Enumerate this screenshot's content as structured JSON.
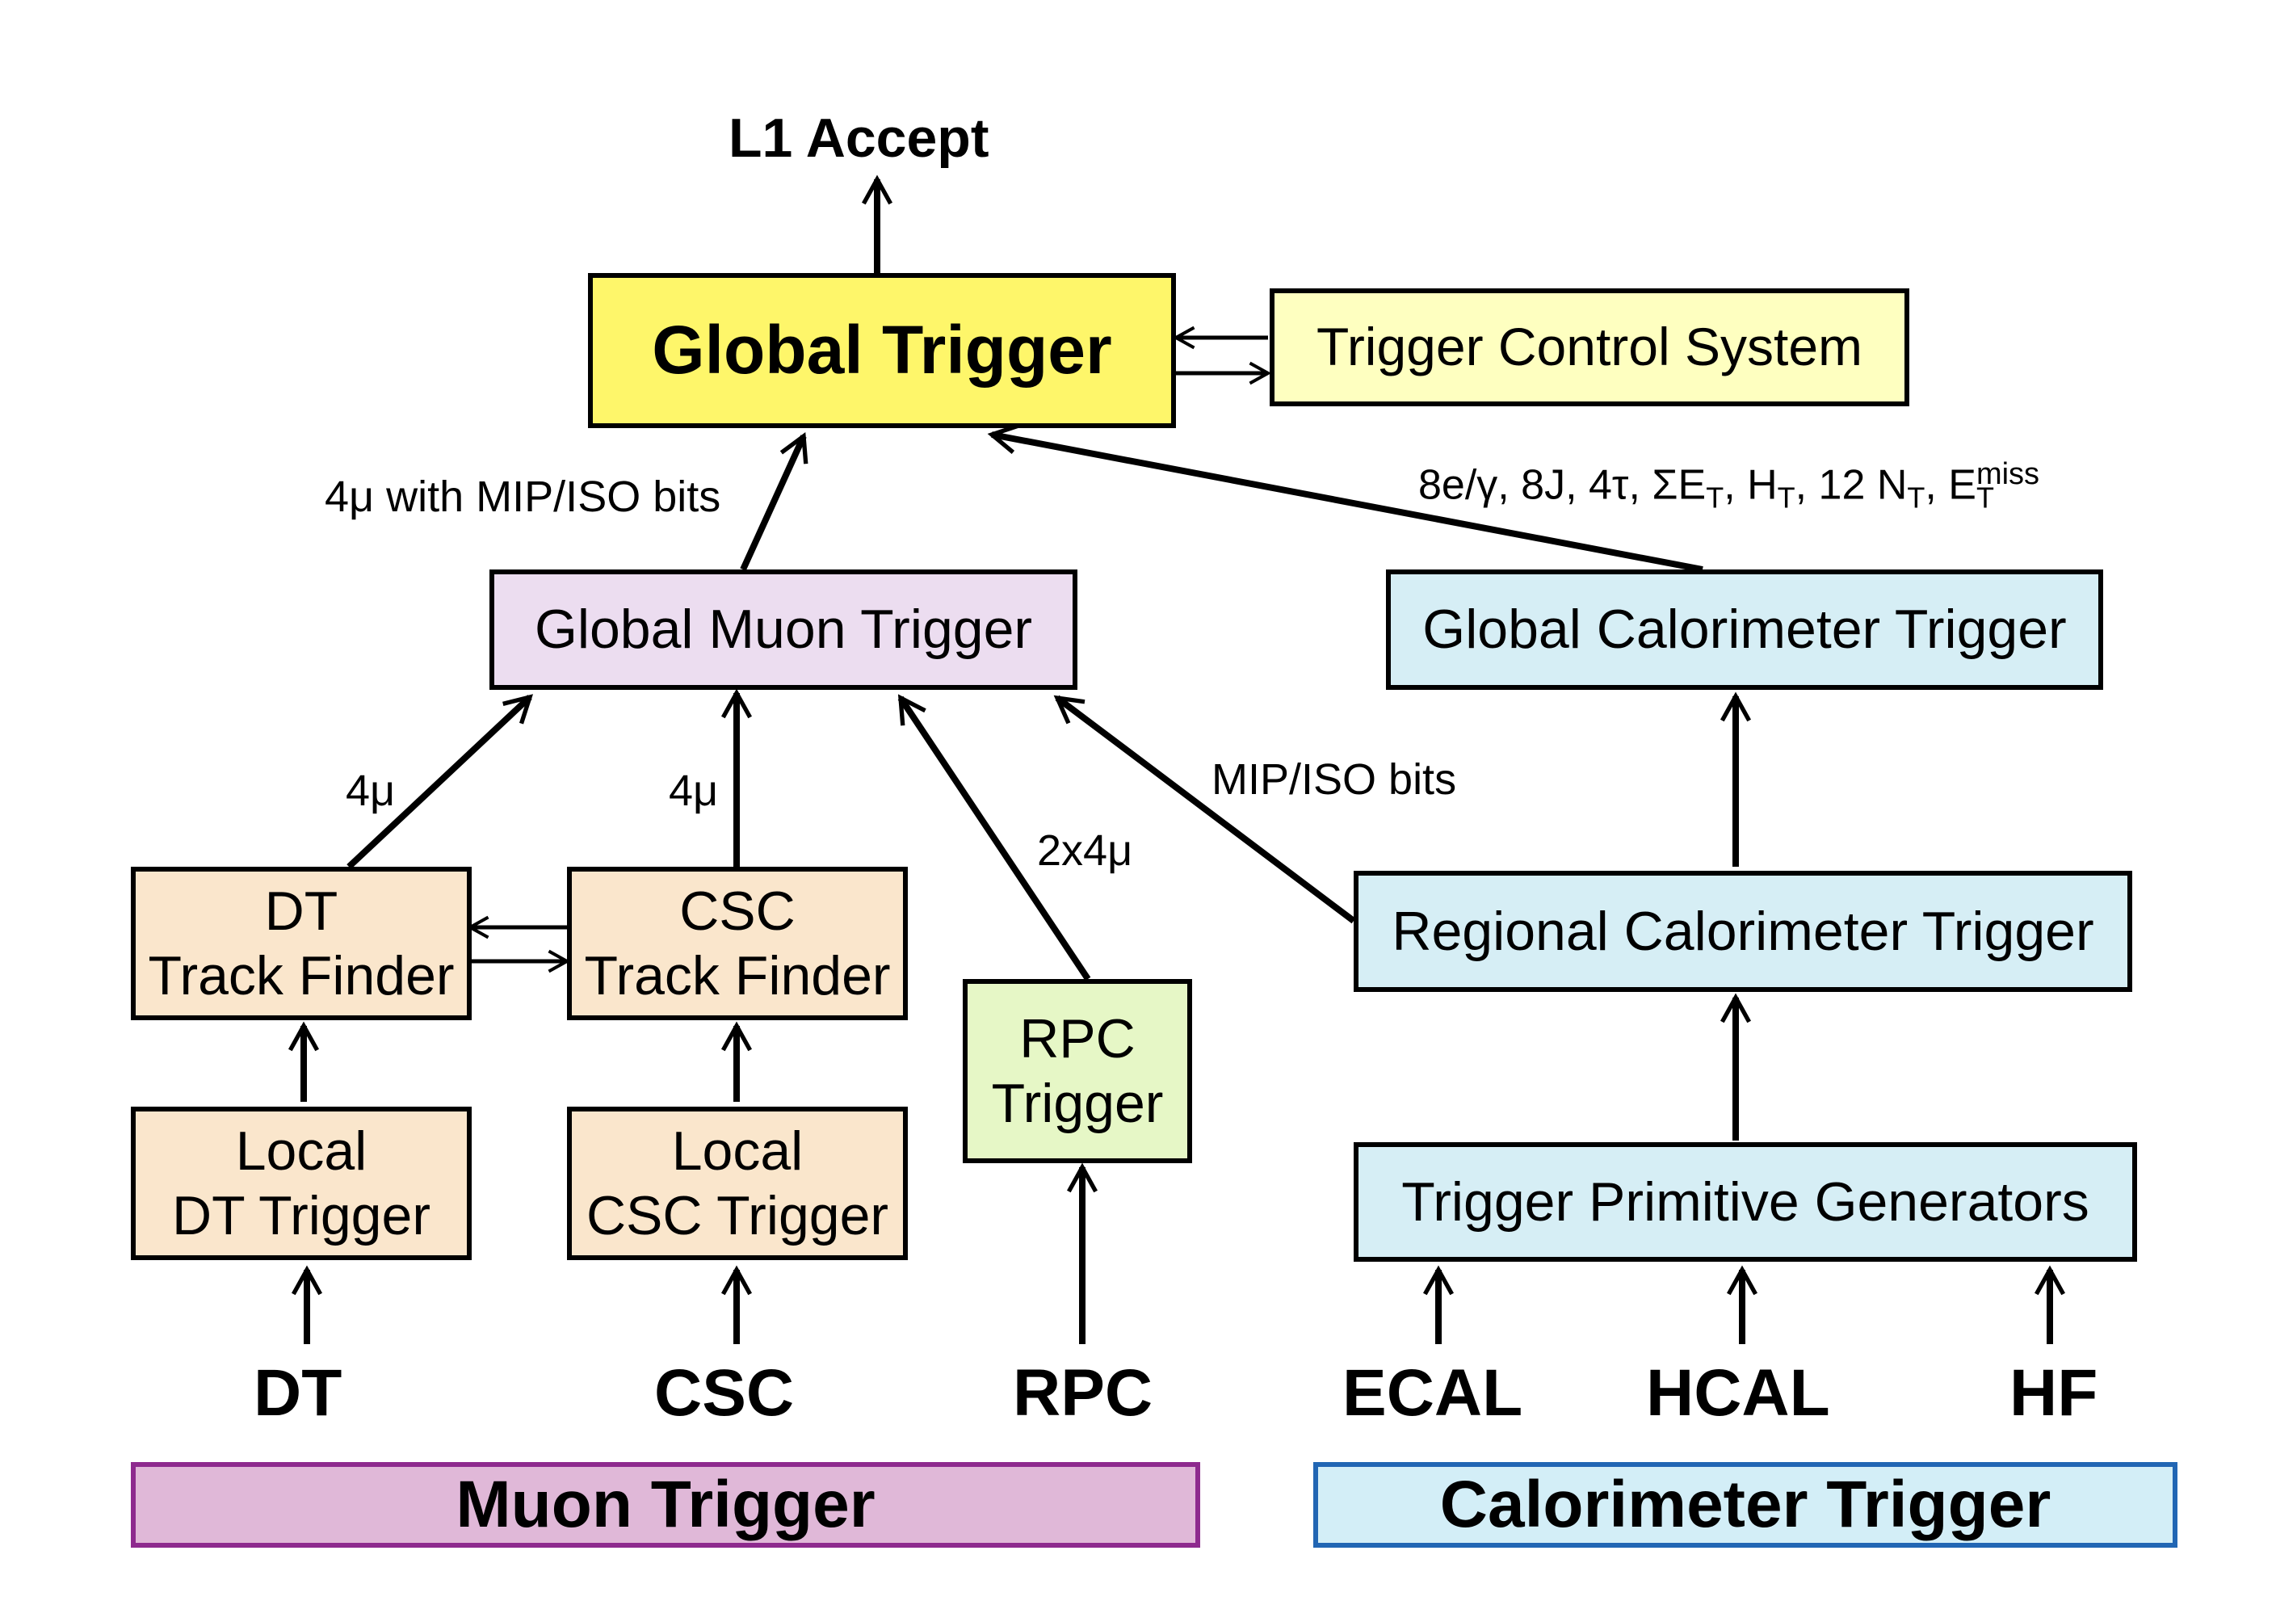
{
  "l1_accept": "L1 Accept",
  "boxes": {
    "global_trigger": "Global Trigger",
    "trigger_control_system": "Trigger Control System",
    "global_muon_trigger": "Global Muon Trigger",
    "global_calorimeter_trigger": "Global Calorimeter Trigger",
    "dt_track_finder": [
      "DT",
      "Track Finder"
    ],
    "csc_track_finder": [
      "CSC",
      "Track Finder"
    ],
    "rpc_trigger": [
      "RPC",
      "Trigger"
    ],
    "regional_calorimeter_trigger": "Regional Calorimeter Trigger",
    "local_dt_trigger": [
      "Local",
      "DT Trigger"
    ],
    "local_csc_trigger": [
      "Local",
      "CSC Trigger"
    ],
    "trigger_primitive_generators": "Trigger Primitive Generators"
  },
  "edge_labels": {
    "gmt_to_gt": "4μ with MIP/ISO bits",
    "gct_to_gt": {
      "part1": "8e/γ, 8J, 4τ, ΣE",
      "sub_t1": "T",
      "part2": ", H",
      "sub_t2": "T",
      "part3": ", 12 N",
      "sub_t3": "T",
      "part4": ", E",
      "sub_t4": "T",
      "sup_miss": "miss"
    },
    "dt_to_gmt": "4μ",
    "csc_to_gmt": "4μ",
    "rpc_to_gmt": "2x4μ",
    "rct_to_gmt": "MIP/ISO bits"
  },
  "inputs": {
    "dt": "DT",
    "csc": "CSC",
    "rpc": "RPC",
    "ecal": "ECAL",
    "hcal": "HCAL",
    "hf": "HF"
  },
  "bands": {
    "muon": "Muon Trigger",
    "calorimeter": "Calorimeter Trigger"
  },
  "colors": {
    "global_trigger": "#fef66a",
    "trigger_control_system": "#feffc0",
    "global_muon_trigger": "#ecddf0",
    "calorimeter_boxes": "#d6eef5",
    "muon_boxes": "#fae6cc",
    "rpc_trigger": "#e6f7c6",
    "muon_band_fill": "#e0b8d8",
    "muon_band_border": "#8e2a8e",
    "calorimeter_band_fill": "#d3eef7",
    "calorimeter_band_border": "#2166b4"
  }
}
